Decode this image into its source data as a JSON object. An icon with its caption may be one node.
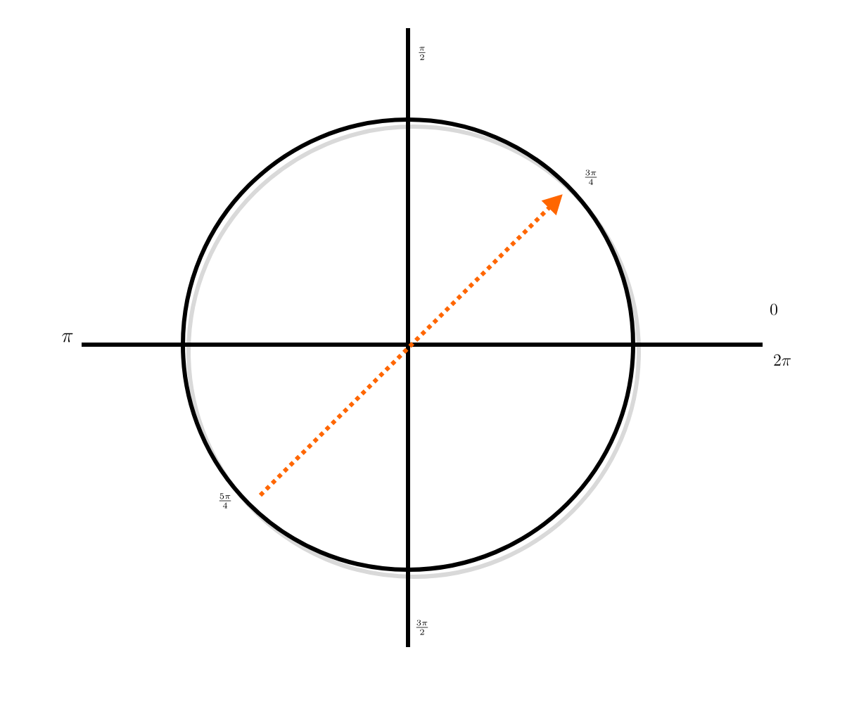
{
  "diagram": {
    "labels": [
      "\\frac{\\pi}{2}",
      "\\frac{3\\pi}{4}",
      "0",
      "\\pi",
      "2\\pi",
      "\\frac{5\\pi}{4}",
      "\\frac{3\\pi}{2}"
    ]
  }
}
